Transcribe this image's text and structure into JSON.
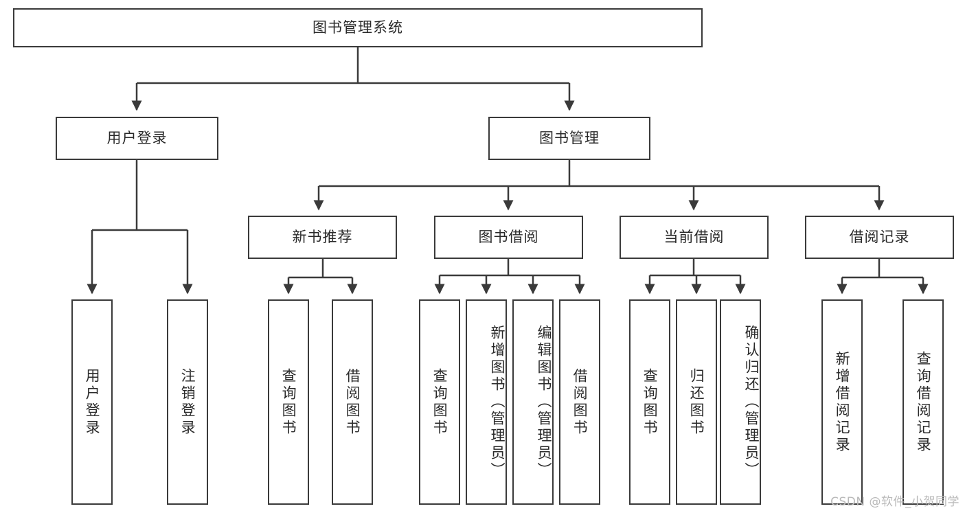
{
  "diagram": {
    "title": "图书管理系统",
    "type": "tree",
    "root": {
      "label": "图书管理系统"
    },
    "level1": [
      {
        "label": "用户登录"
      },
      {
        "label": "图书管理"
      }
    ],
    "level2": [
      {
        "label": "新书推荐"
      },
      {
        "label": "图书借阅"
      },
      {
        "label": "当前借阅"
      },
      {
        "label": "借阅记录"
      }
    ],
    "leaves": {
      "user_login": [
        {
          "label": "用户登录"
        },
        {
          "label": "注销登录"
        }
      ],
      "new_book_recommend": [
        {
          "label": "查询图书"
        },
        {
          "label": "借阅图书"
        }
      ],
      "book_borrow": [
        {
          "label": "查询图书"
        },
        {
          "label": "新增图书（管理员）"
        },
        {
          "label": "编辑图书（管理员）"
        },
        {
          "label": "借阅图书"
        }
      ],
      "current_borrow": [
        {
          "label": "查询图书"
        },
        {
          "label": "归还图书"
        },
        {
          "label": "确认归还（管理员）"
        }
      ],
      "borrow_record": [
        {
          "label": "新增借阅记录"
        },
        {
          "label": "查询借阅记录"
        }
      ]
    }
  },
  "watermark": {
    "text": "CSDN @软件_小贺同学"
  },
  "colors": {
    "stroke": "#3a3a3a",
    "text": "#2a2a2a",
    "background": "#ffffff",
    "watermark": "#b9b9b9"
  }
}
